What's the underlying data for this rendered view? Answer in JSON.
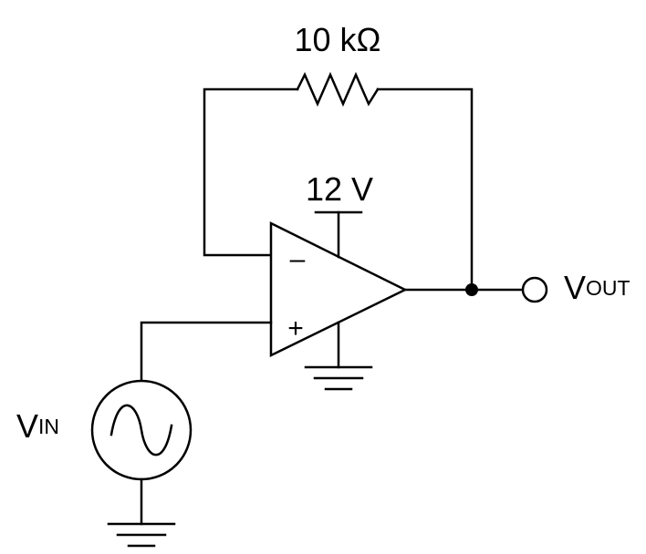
{
  "diagram": {
    "feedback_resistor": {
      "label": "10 kΩ"
    },
    "supply": {
      "label": "12 V"
    },
    "opamp": {
      "inverting_sign": "–",
      "noninverting_sign": "+"
    },
    "output": {
      "main": "V",
      "sub": "OUT"
    },
    "input_source": {
      "main": "V",
      "sub": "IN"
    }
  }
}
